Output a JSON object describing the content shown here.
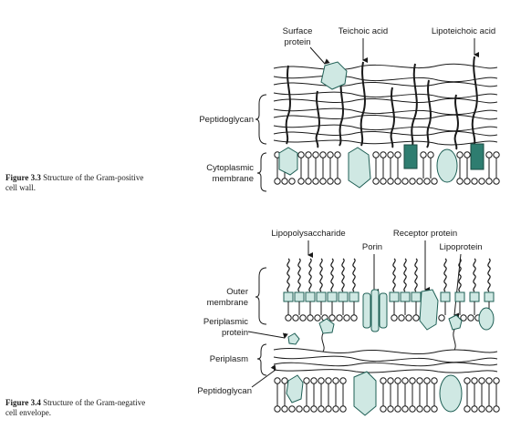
{
  "figure33": {
    "caption_label": "Figure 3.3",
    "caption_text": "Structure of the Gram-positive",
    "caption_text2": "cell wall.",
    "labels": {
      "surface_protein_1": "Surface",
      "surface_protein_2": "protein",
      "teichoic_acid": "Teichoic acid",
      "lipoteichoic_acid": "Lipoteichoic acid",
      "peptidoglycan": "Peptidoglycan",
      "cytoplasmic_1": "Cytoplasmic",
      "cytoplasmic_2": "membrane"
    }
  },
  "figure34": {
    "caption_label": "Figure 3.4",
    "caption_text": "Structure of the Gram-negative",
    "caption_text2": "cell envelope.",
    "labels": {
      "lipopolysaccharide": "Lipopolysaccharide",
      "porin": "Porin",
      "receptor_protein": "Receptor protein",
      "lipoprotein": "Lipoprotein",
      "outer_1": "Outer",
      "outer_2": "membrane",
      "periplasmic_1": "Periplasmic",
      "periplasmic_2": "protein",
      "periplasm": "Periplasm",
      "peptidoglycan": "Peptidoglycan"
    }
  },
  "colors": {
    "protein_fill": "#cfe8e3",
    "protein_stroke": "#1f5f55",
    "ink": "#1a1a1a"
  }
}
